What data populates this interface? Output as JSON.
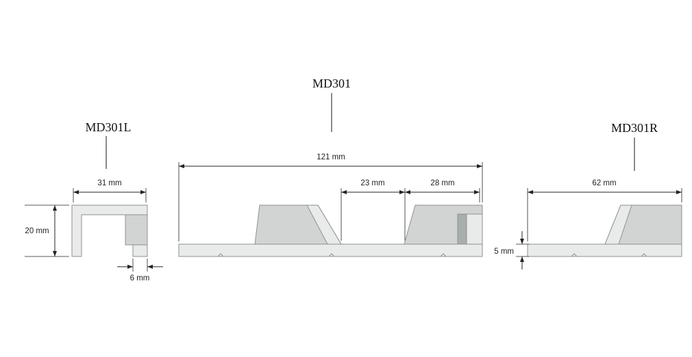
{
  "colors": {
    "background": "#ffffff",
    "fill_light": "#e9eaea",
    "fill_dark": "#d2d4d4",
    "fill_slot": "#a8adad",
    "outline": "#8d9191",
    "dim": "#232323"
  },
  "parts": {
    "left": {
      "label": "MD301L",
      "width_dim": "31 mm",
      "height_dim": "20 mm",
      "foot_dim": "6 mm"
    },
    "center": {
      "label": "MD301",
      "width_dim": "121 mm",
      "gap_dim": "23 mm",
      "slat_dim": "28 mm"
    },
    "right": {
      "label": "MD301R",
      "width_dim": "62 mm",
      "thickness_dim": "5 mm"
    }
  }
}
